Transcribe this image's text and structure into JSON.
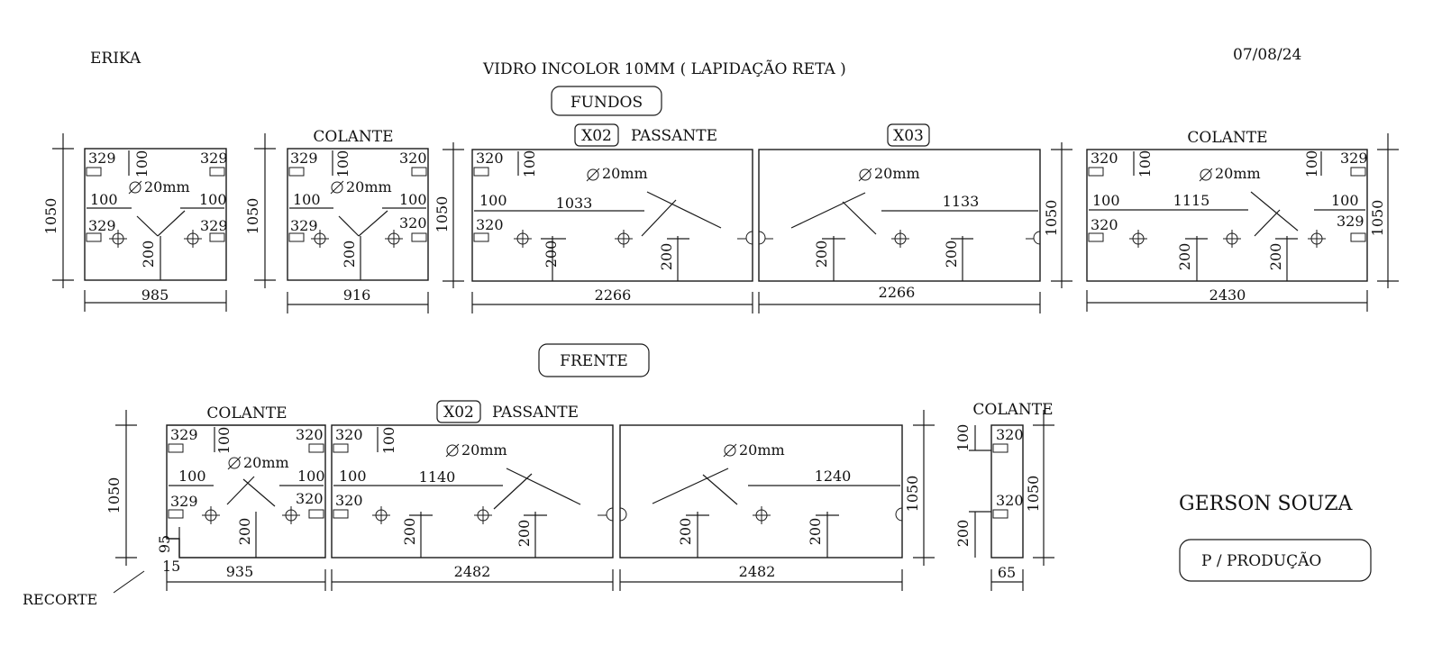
{
  "header": {
    "client": "ERIKA",
    "date": "07/08/24",
    "title": "VIDRO INCOLOR 10MM ( LAPIDAÇÃO RETA )"
  },
  "sections": {
    "fundos": "FUNDOS",
    "frente": "FRENTE"
  },
  "labels": {
    "colante": "COLANTE",
    "passante": "PASSANTE",
    "x02": "X02",
    "x03": "X03",
    "hole": "20mm",
    "recorte": "RECORTE"
  },
  "dims": {
    "h1050": "1050",
    "d100": "100",
    "d200": "200",
    "d320": "320",
    "d329": "329",
    "d95": "95",
    "d15": "15",
    "d65": "65",
    "w985": "985",
    "w916": "916",
    "w2266": "2266",
    "w2430": "2430",
    "w935": "935",
    "w2482": "2482",
    "d1033": "1033",
    "d1133": "1133",
    "d1115": "1115",
    "d1140": "1140",
    "d1240": "1240"
  },
  "footer": {
    "name": "GERSON SOUZA",
    "status": "P / PRODUÇÃO"
  }
}
